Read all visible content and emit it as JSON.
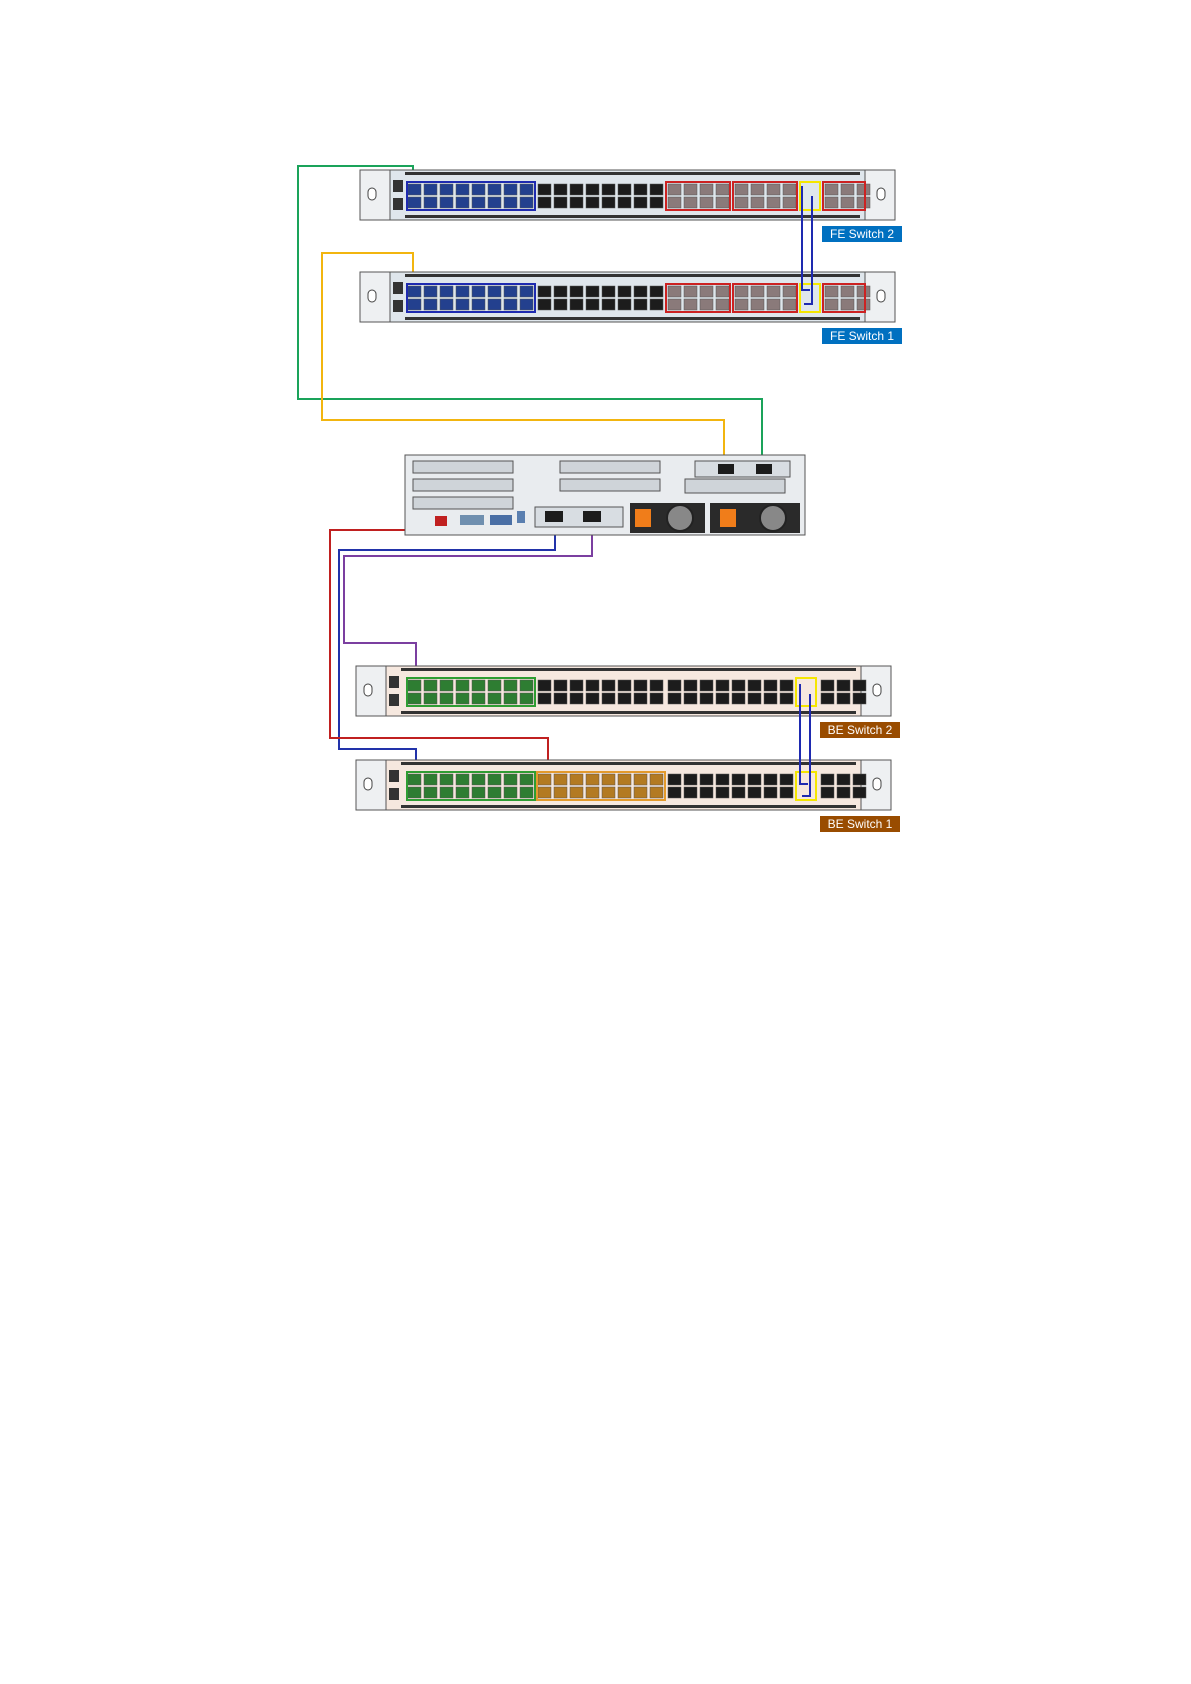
{
  "switches": [
    {
      "id": "fe2",
      "label": "FE Switch 2",
      "label_color": "#0070c0",
      "chassis": "#dfe6ec",
      "accent": "#1e3a8a",
      "secondary": "#cc2222"
    },
    {
      "id": "fe1",
      "label": "FE Switch 1",
      "label_color": "#0070c0",
      "chassis": "#dfe6ec",
      "accent": "#1e3a8a",
      "secondary": "#cc2222"
    },
    {
      "id": "be2",
      "label": "BE Switch 2",
      "label_color": "#994c00",
      "chassis": "#f6e8df",
      "accent": "#2e7d32",
      "secondary": ""
    },
    {
      "id": "be1",
      "label": "BE Switch 1",
      "label_color": "#994c00",
      "chassis": "#f6e8df",
      "accent": "#2e7d32",
      "secondary": "#c47f16"
    }
  ],
  "cables": [
    {
      "id": "green-fe2",
      "color": "#1aa35a",
      "from": "server",
      "to": "fe2"
    },
    {
      "id": "yellow-fe1",
      "color": "#f2b50f",
      "from": "server",
      "to": "fe1"
    },
    {
      "id": "purple-be2",
      "color": "#7b3fa0",
      "from": "server",
      "to": "be2"
    },
    {
      "id": "blue-be1",
      "color": "#2233aa",
      "from": "server",
      "to": "be1"
    },
    {
      "id": "red-be1",
      "color": "#c02020",
      "from": "server",
      "to": "be1"
    }
  ],
  "isl_color": "#1e2ab0",
  "isl_highlight": "#f5e600"
}
